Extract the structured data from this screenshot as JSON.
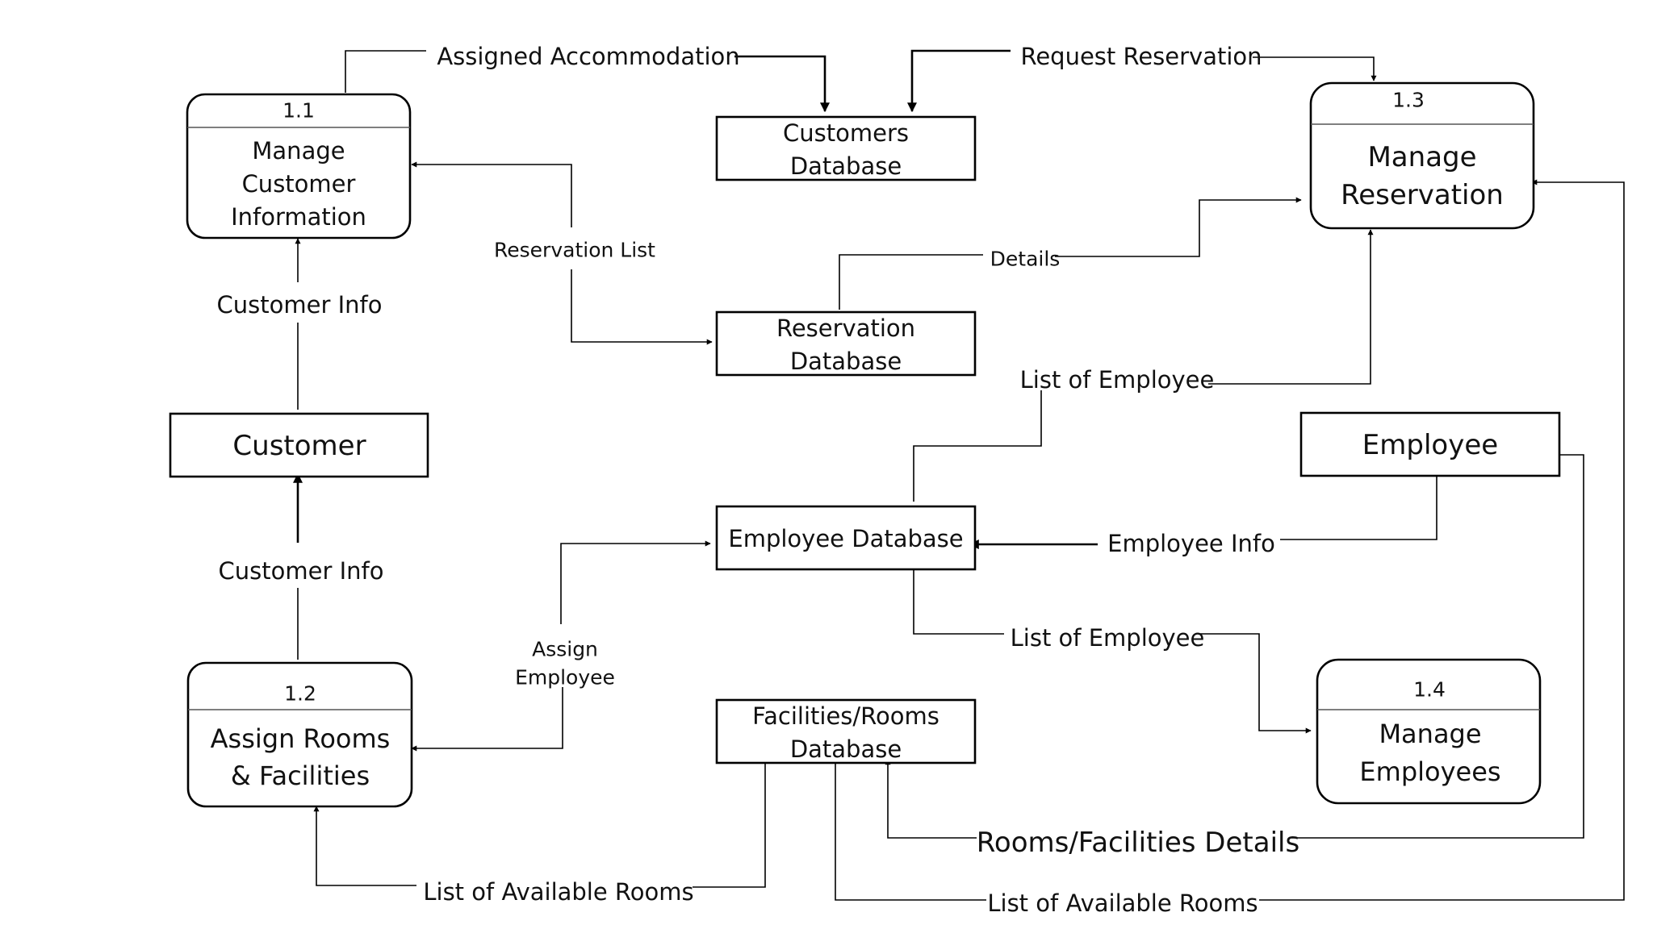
{
  "processes": {
    "p11": {
      "id": "1.1",
      "line1": "Manage",
      "line2": "Customer",
      "line3": "Information"
    },
    "p12": {
      "id": "1.2",
      "line1": "Assign Rooms",
      "line2": "& Facilities"
    },
    "p13": {
      "id": "1.3",
      "line1": "Manage",
      "line2": "Reservation"
    },
    "p14": {
      "id": "1.4",
      "line1": "Manage",
      "line2": "Employees"
    }
  },
  "entities": {
    "customer": "Customer",
    "employee": "Employee"
  },
  "stores": {
    "customers_db": {
      "line1": "Customers",
      "line2": "Database"
    },
    "reservation_db": {
      "line1": "Reservation",
      "line2": "Database"
    },
    "employee_db": {
      "line1": "Employee Database"
    },
    "facilities_db": {
      "line1": "Facilities/Rooms",
      "line2": "Database"
    }
  },
  "flows": {
    "assigned_accommodation": "Assigned Accommodation",
    "request_reservation": "Request Reservation",
    "reservation_list": "Reservation List",
    "details": "Details",
    "customer_info_top": "Customer Info",
    "customer_info_bottom": "Customer Info",
    "list_of_employee_top": "List of Employee",
    "employee_info": "Employee Info",
    "assign_employee_line1": "Assign",
    "assign_employee_line2": "Employee",
    "list_of_employee_bottom": "List of Employee",
    "rooms_facilities_details": "Rooms/Facilities Details",
    "list_available_rooms_left": "List of Available Rooms",
    "list_available_rooms_right": "List of Available Rooms"
  }
}
